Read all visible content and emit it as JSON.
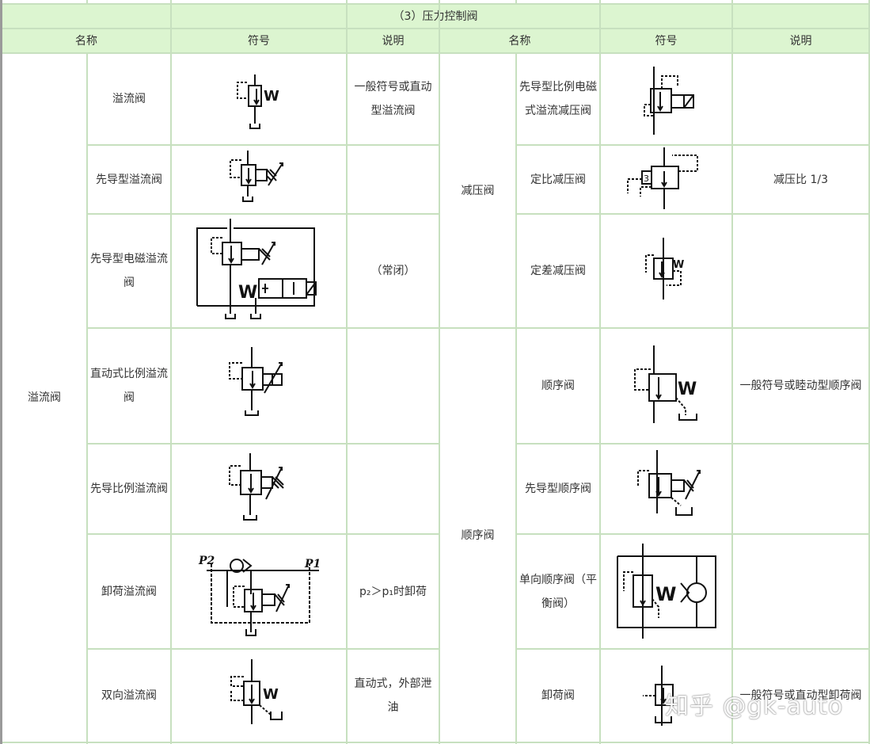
{
  "table": {
    "section_title": "（3）压力控制阀",
    "headers": [
      "名称",
      "符号",
      "说明",
      "名称",
      "符号",
      "说明"
    ],
    "left": {
      "group": "溢流阀",
      "rows": [
        {
          "name": "溢流阀",
          "note": "一般符号或直动型溢流阀"
        },
        {
          "name": "先导型溢流阀",
          "note": ""
        },
        {
          "name": "先导型电磁溢流阀",
          "note": "（常闭）"
        },
        {
          "name": "直动式比例溢流阀",
          "note": ""
        },
        {
          "name": "先导比例溢流阀",
          "note": ""
        },
        {
          "name": "卸荷溢流阀",
          "note": "p₂＞p₁时卸荷"
        },
        {
          "name": "双向溢流阀",
          "note": "直动式，外部泄油"
        }
      ]
    },
    "right": {
      "groups": [
        {
          "group": "减压阀",
          "rows": [
            {
              "name": "先导型比例电磁式溢流减压阀",
              "note": ""
            },
            {
              "name": "定比减压阀",
              "note": "减压比 1/3"
            },
            {
              "name": "定差减压阀",
              "note": ""
            }
          ]
        },
        {
          "group": "顺序阀",
          "rows": [
            {
              "name": "顺序阀",
              "note": "一般符号或睦动型顺序阀"
            },
            {
              "name": "先导型顺序阀",
              "note": ""
            },
            {
              "name": "单向顺序阀（平衡阀）",
              "note": ""
            },
            {
              "name": "卸荷阀",
              "note": "一般符号或直动型卸荷阀"
            }
          ]
        }
      ]
    },
    "symbol_labels": {
      "p2": "P2",
      "p1": "P1",
      "spring": "W"
    }
  },
  "watermark": "知乎 @gk-auto",
  "colors": {
    "header_bg": "#dcf5d0",
    "grid": "#c7e0bf",
    "text": "#333333",
    "ink": "#111111"
  },
  "icons": {
    "left": [
      "relief-valve-icon",
      "pilot-relief-valve-icon",
      "pilot-solenoid-relief-valve-icon",
      "direct-proportional-relief-valve-icon",
      "pilot-proportional-relief-valve-icon",
      "unloading-relief-valve-icon",
      "bidirectional-relief-valve-icon"
    ],
    "right": [
      "pilot-proportional-solenoid-relief-reducing-valve-icon",
      "fixed-ratio-reducing-valve-icon",
      "fixed-difference-reducing-valve-icon",
      "sequence-valve-icon",
      "pilot-sequence-valve-icon",
      "check-sequence-valve-icon",
      "unloading-valve-icon"
    ]
  }
}
